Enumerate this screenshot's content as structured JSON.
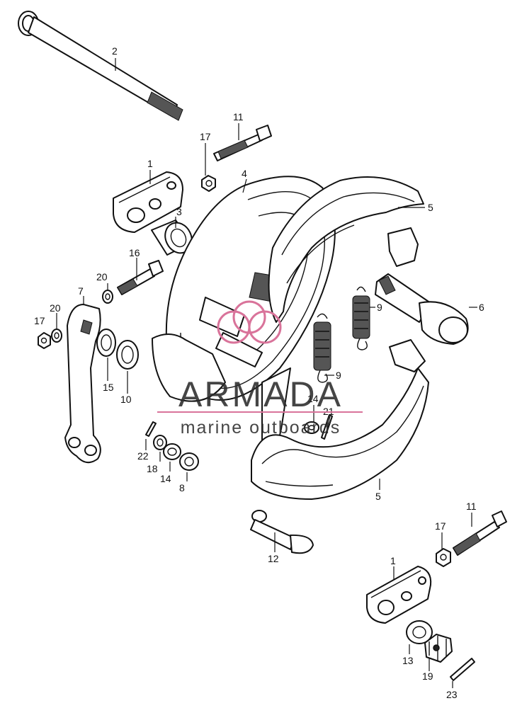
{
  "callouts": [
    {
      "id": "c-2-top",
      "text": "2"
    },
    {
      "id": "c-11-top",
      "text": "11"
    },
    {
      "id": "c-17-top",
      "text": "17"
    },
    {
      "id": "c-1-top",
      "text": "1"
    },
    {
      "id": "c-4",
      "text": "4"
    },
    {
      "id": "c-5-top",
      "text": "5"
    },
    {
      "id": "c-3",
      "text": "3"
    },
    {
      "id": "c-16",
      "text": "16"
    },
    {
      "id": "c-20-a",
      "text": "20"
    },
    {
      "id": "c-7",
      "text": "7"
    },
    {
      "id": "c-20-b",
      "text": "20"
    },
    {
      "id": "c-17-left",
      "text": "17"
    },
    {
      "id": "c-9-a",
      "text": "9"
    },
    {
      "id": "c-6",
      "text": "6"
    },
    {
      "id": "c-9-b",
      "text": "9"
    },
    {
      "id": "c-15",
      "text": "15"
    },
    {
      "id": "c-10",
      "text": "10"
    },
    {
      "id": "c-14-a",
      "text": "14"
    },
    {
      "id": "c-21",
      "text": "21"
    },
    {
      "id": "c-22",
      "text": "22"
    },
    {
      "id": "c-18",
      "text": "18"
    },
    {
      "id": "c-14-b",
      "text": "14"
    },
    {
      "id": "c-8",
      "text": "8"
    },
    {
      "id": "c-5-bottom",
      "text": "5"
    },
    {
      "id": "c-12",
      "text": "12"
    },
    {
      "id": "c-11-bottom",
      "text": "11"
    },
    {
      "id": "c-17-bottom",
      "text": "17"
    },
    {
      "id": "c-1-bottom",
      "text": "1"
    },
    {
      "id": "c-13",
      "text": "13"
    },
    {
      "id": "c-19",
      "text": "19"
    },
    {
      "id": "c-23",
      "text": "23"
    }
  ],
  "watermark": {
    "brand": "ARMADA",
    "tagline": "marine outboards",
    "accent_color": "#d9739a"
  }
}
